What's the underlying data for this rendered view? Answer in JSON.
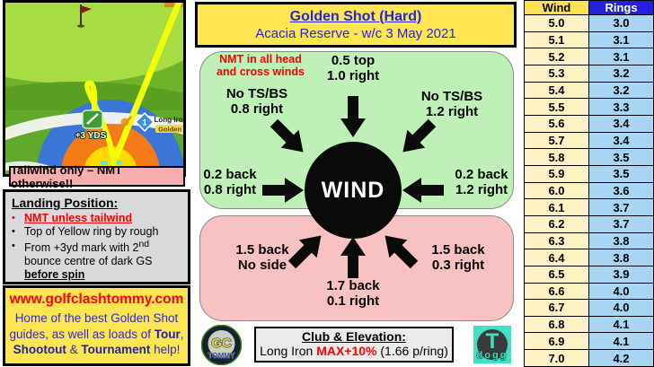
{
  "header": {
    "title": "Golden Shot (Hard)",
    "subtitle": "Acacia Reserve - w/c 3 May 2021"
  },
  "game": {
    "yards_badge": "+3 YDS",
    "club_number": "1",
    "club_line1": "Long Iron",
    "club_line2": "Golden",
    "tailwind_note": "Tailwind only – NMT otherwise!!"
  },
  "landing": {
    "heading": "Landing Position:",
    "bullet_marker": "•",
    "bullet1": "NMT unless tailwind",
    "bullet2": "Top of Yellow ring by rough",
    "bullet3_part1": "From +3yd mark with 2",
    "bullet3_sup": "nd",
    "bullet3_part2": " bounce centre of dark GS ",
    "bullet3_underline": "before spin"
  },
  "promo": {
    "url": "www.golfclashtommy.com",
    "text_start": "Home of the best Golden Shot guides, as well as loads of ",
    "bold1": "Tour",
    "sep1": ", ",
    "bold2": "Shootout",
    "sep2": " & ",
    "bold3": "Tournament",
    "text_end": " help!"
  },
  "wind_diagram": {
    "note_line1": "NMT in all head",
    "note_line2": "and cross winds",
    "center_label": "WIND",
    "top": {
      "line1": "0.5 top",
      "line2": "1.0 right"
    },
    "top_left": {
      "line1": "No TS/BS",
      "line2": "0.8 right"
    },
    "top_right": {
      "line1": "No TS/BS",
      "line2": "1.2 right"
    },
    "left": {
      "line1": "0.2 back",
      "line2": "0.8 right"
    },
    "right": {
      "line1": "0.2 back",
      "line2": "1.2 right"
    },
    "bottom_left": {
      "line1": "1.5 back",
      "line2": "No side"
    },
    "bottom": {
      "line1": "1.7 back",
      "line2": "0.1 right"
    },
    "bottom_right": {
      "line1": "1.5 back",
      "line2": "0.3 right"
    }
  },
  "club_box": {
    "heading": "Club & Elevation:",
    "club": "Long Iron ",
    "max": "MAX+10%",
    "per_ring": " (1.66 p/ring)"
  },
  "logos": {
    "gc_top": "GC",
    "gc_bottom": "TOMMY",
    "tdogg_t": "T",
    "tdogg_text": "dogg"
  },
  "table": {
    "headers": [
      "Wind",
      "Rings"
    ],
    "rows": [
      [
        "5.0",
        "3.0"
      ],
      [
        "5.1",
        "3.1"
      ],
      [
        "5.2",
        "3.1"
      ],
      [
        "5.3",
        "3.2"
      ],
      [
        "5.4",
        "3.2"
      ],
      [
        "5.5",
        "3.3"
      ],
      [
        "5.6",
        "3.4"
      ],
      [
        "5.7",
        "3.4"
      ],
      [
        "5.8",
        "3.5"
      ],
      [
        "5.9",
        "3.5"
      ],
      [
        "6.0",
        "3.6"
      ],
      [
        "6.1",
        "3.7"
      ],
      [
        "6.2",
        "3.7"
      ],
      [
        "6.3",
        "3.8"
      ],
      [
        "6.4",
        "3.8"
      ],
      [
        "6.5",
        "3.9"
      ],
      [
        "6.6",
        "4.0"
      ],
      [
        "6.7",
        "4.0"
      ],
      [
        "6.8",
        "4.1"
      ],
      [
        "6.9",
        "4.1"
      ],
      [
        "7.0",
        "4.2"
      ]
    ]
  },
  "colors": {
    "panel_yellow": "#FFE552",
    "panel_green": "#BFF0B8",
    "panel_pink": "#F8C2C2",
    "title_blue": "#2626D8",
    "alert_red": "#FF0000",
    "rings_header_blue": "#2222DD",
    "wind_col_yellow": "#FFF3C6",
    "rings_col_blue": "#A8D5F2",
    "gray_box": "#D9D9D9",
    "tdogg_teal": "#3FE0C4"
  }
}
